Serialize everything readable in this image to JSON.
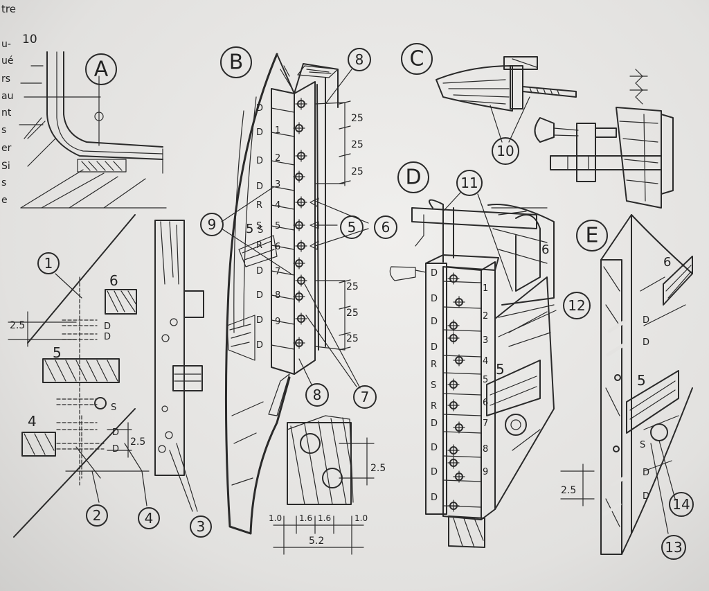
{
  "margin_text": {
    "top": "tre",
    "fragments": [
      "u-",
      "ué",
      "rs",
      "au",
      "nt",
      "s",
      "er",
      "Si",
      "s",
      "e"
    ]
  },
  "figure_number": "10",
  "panels": [
    "A",
    "B",
    "C",
    "D",
    "E"
  ],
  "callouts": {
    "c1": "1",
    "c2": "2",
    "c3": "3",
    "c4": "4",
    "c5": "5",
    "c6": "6",
    "c7": "7",
    "c8a": "8",
    "c8b": "8",
    "c9": "9",
    "c10": "10",
    "c11": "11",
    "c12": "12",
    "c13": "13",
    "c14": "14"
  },
  "part_labels": {
    "p4": "4",
    "p5_left": "5",
    "p6_left": "6",
    "p5s_b": "5",
    "p5_d": "5",
    "p6_d": "6",
    "p5_e": "5",
    "p6_e": "6"
  },
  "dimensions": {
    "d25": "25",
    "d2_5": "2.5",
    "d1_0": "1.0",
    "d1_6": "1.6",
    "d5_2": "5.2"
  },
  "hole_column_b": [
    "D",
    "D",
    "D",
    "D",
    "R",
    "S",
    "R",
    "D",
    "D",
    "D"
  ],
  "hole_numbers_b": [
    "1",
    "2",
    "3",
    "4",
    "5",
    "6",
    "7",
    "8",
    "9"
  ],
  "hole_column_d": [
    "D",
    "D",
    "D",
    "D",
    "R",
    "S",
    "R",
    "D",
    "D",
    "D",
    "D"
  ],
  "hole_numbers_d": [
    "1",
    "2",
    "3",
    "4",
    "5",
    "6",
    "7",
    "8",
    "9"
  ],
  "letters": {
    "D": "D",
    "S": "S",
    "R": "R"
  }
}
